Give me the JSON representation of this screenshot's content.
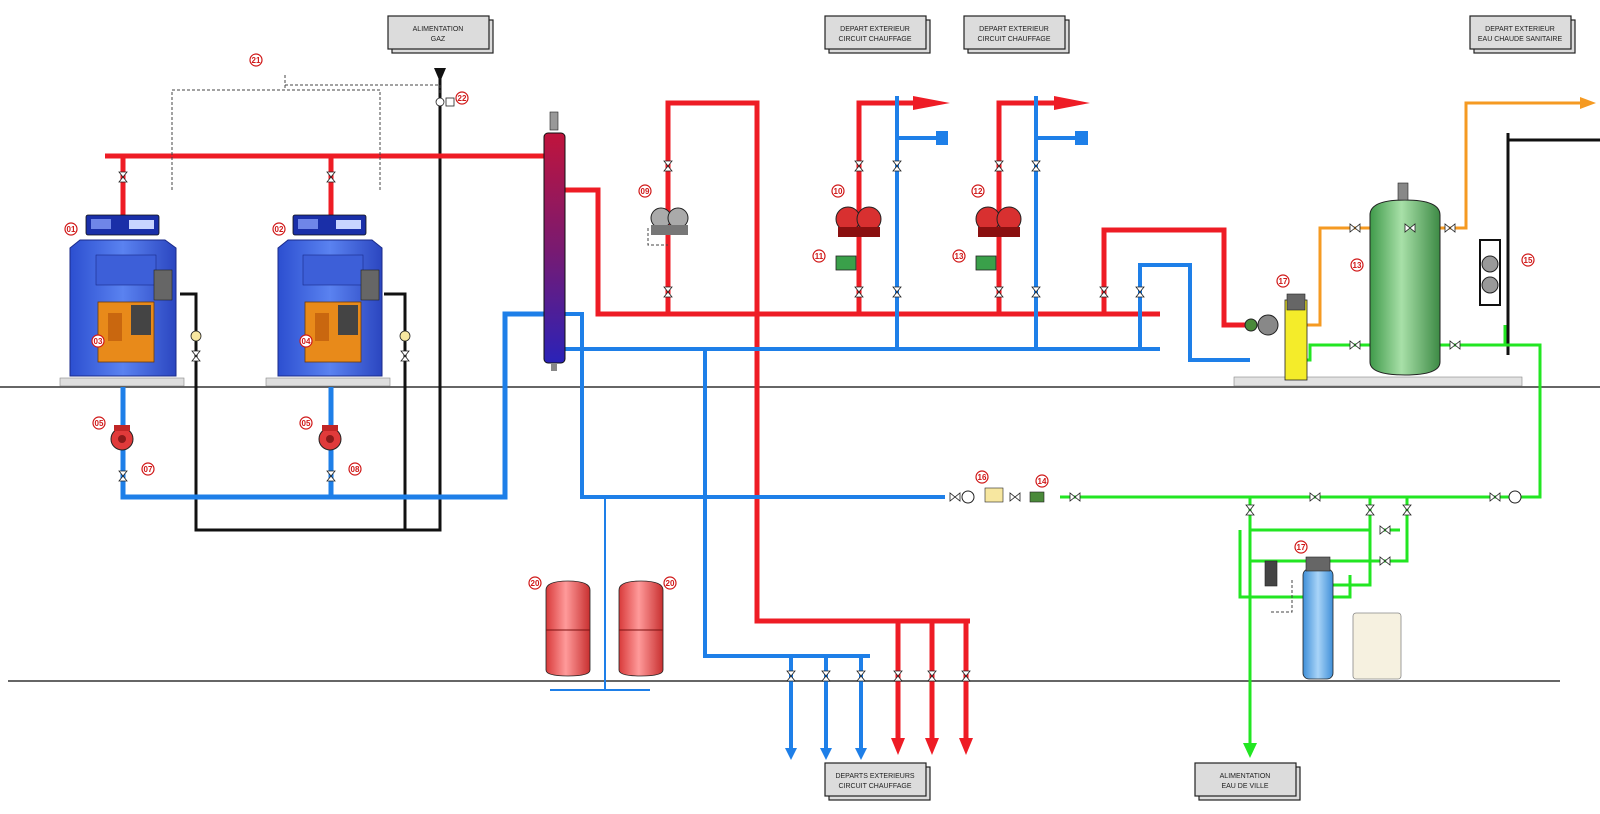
{
  "labels": {
    "alimentation_gaz": [
      "ALIMENTATION",
      "GAZ"
    ],
    "depart_circuit_1": [
      "DEPART EXTERIEUR",
      "CIRCUIT CHAUFFAGE"
    ],
    "depart_circuit_2": [
      "DEPART EXTERIEUR",
      "CIRCUIT CHAUFFAGE"
    ],
    "depart_ecs": [
      "DEPART EXTERIEUR",
      "EAU CHAUDE SANITAIRE"
    ],
    "departs_bas": [
      "DEPARTS EXTERIEURS",
      "CIRCUIT CHAUFFAGE"
    ],
    "alimentation_eau": [
      "ALIMENTATION",
      "EAU DE VILLE"
    ]
  },
  "markers": {
    "m01": "01",
    "m02": "02",
    "m03": "03",
    "m04": "04",
    "m05a": "05",
    "m05b": "05",
    "m07": "07",
    "m08": "08",
    "m09": "09",
    "m10": "10",
    "m11": "11",
    "m12": "12",
    "m13a": "13",
    "m13b": "13",
    "m14": "14",
    "m15": "15",
    "m16": "16",
    "m17a": "17",
    "m17b": "17",
    "m20a": "20",
    "m20b": "20",
    "m21": "21",
    "m22": "22"
  },
  "colors": {
    "hot_pipe": "#ee1c25",
    "cold_pipe": "#1e7fe8",
    "water_pipe": "#22e622",
    "dhw_pipe": "#f59a22",
    "gas_pipe": "#111111",
    "marker": "#d01818"
  },
  "icons": {
    "boiler": "boiler-icon",
    "pump": "pump-icon",
    "valve": "valve-icon",
    "expansion_vessel": "expansion-vessel-icon",
    "storage_tank": "storage-tank-icon",
    "softener": "water-softener-icon",
    "hydraulic_separator": "hydraulic-separator-icon"
  }
}
